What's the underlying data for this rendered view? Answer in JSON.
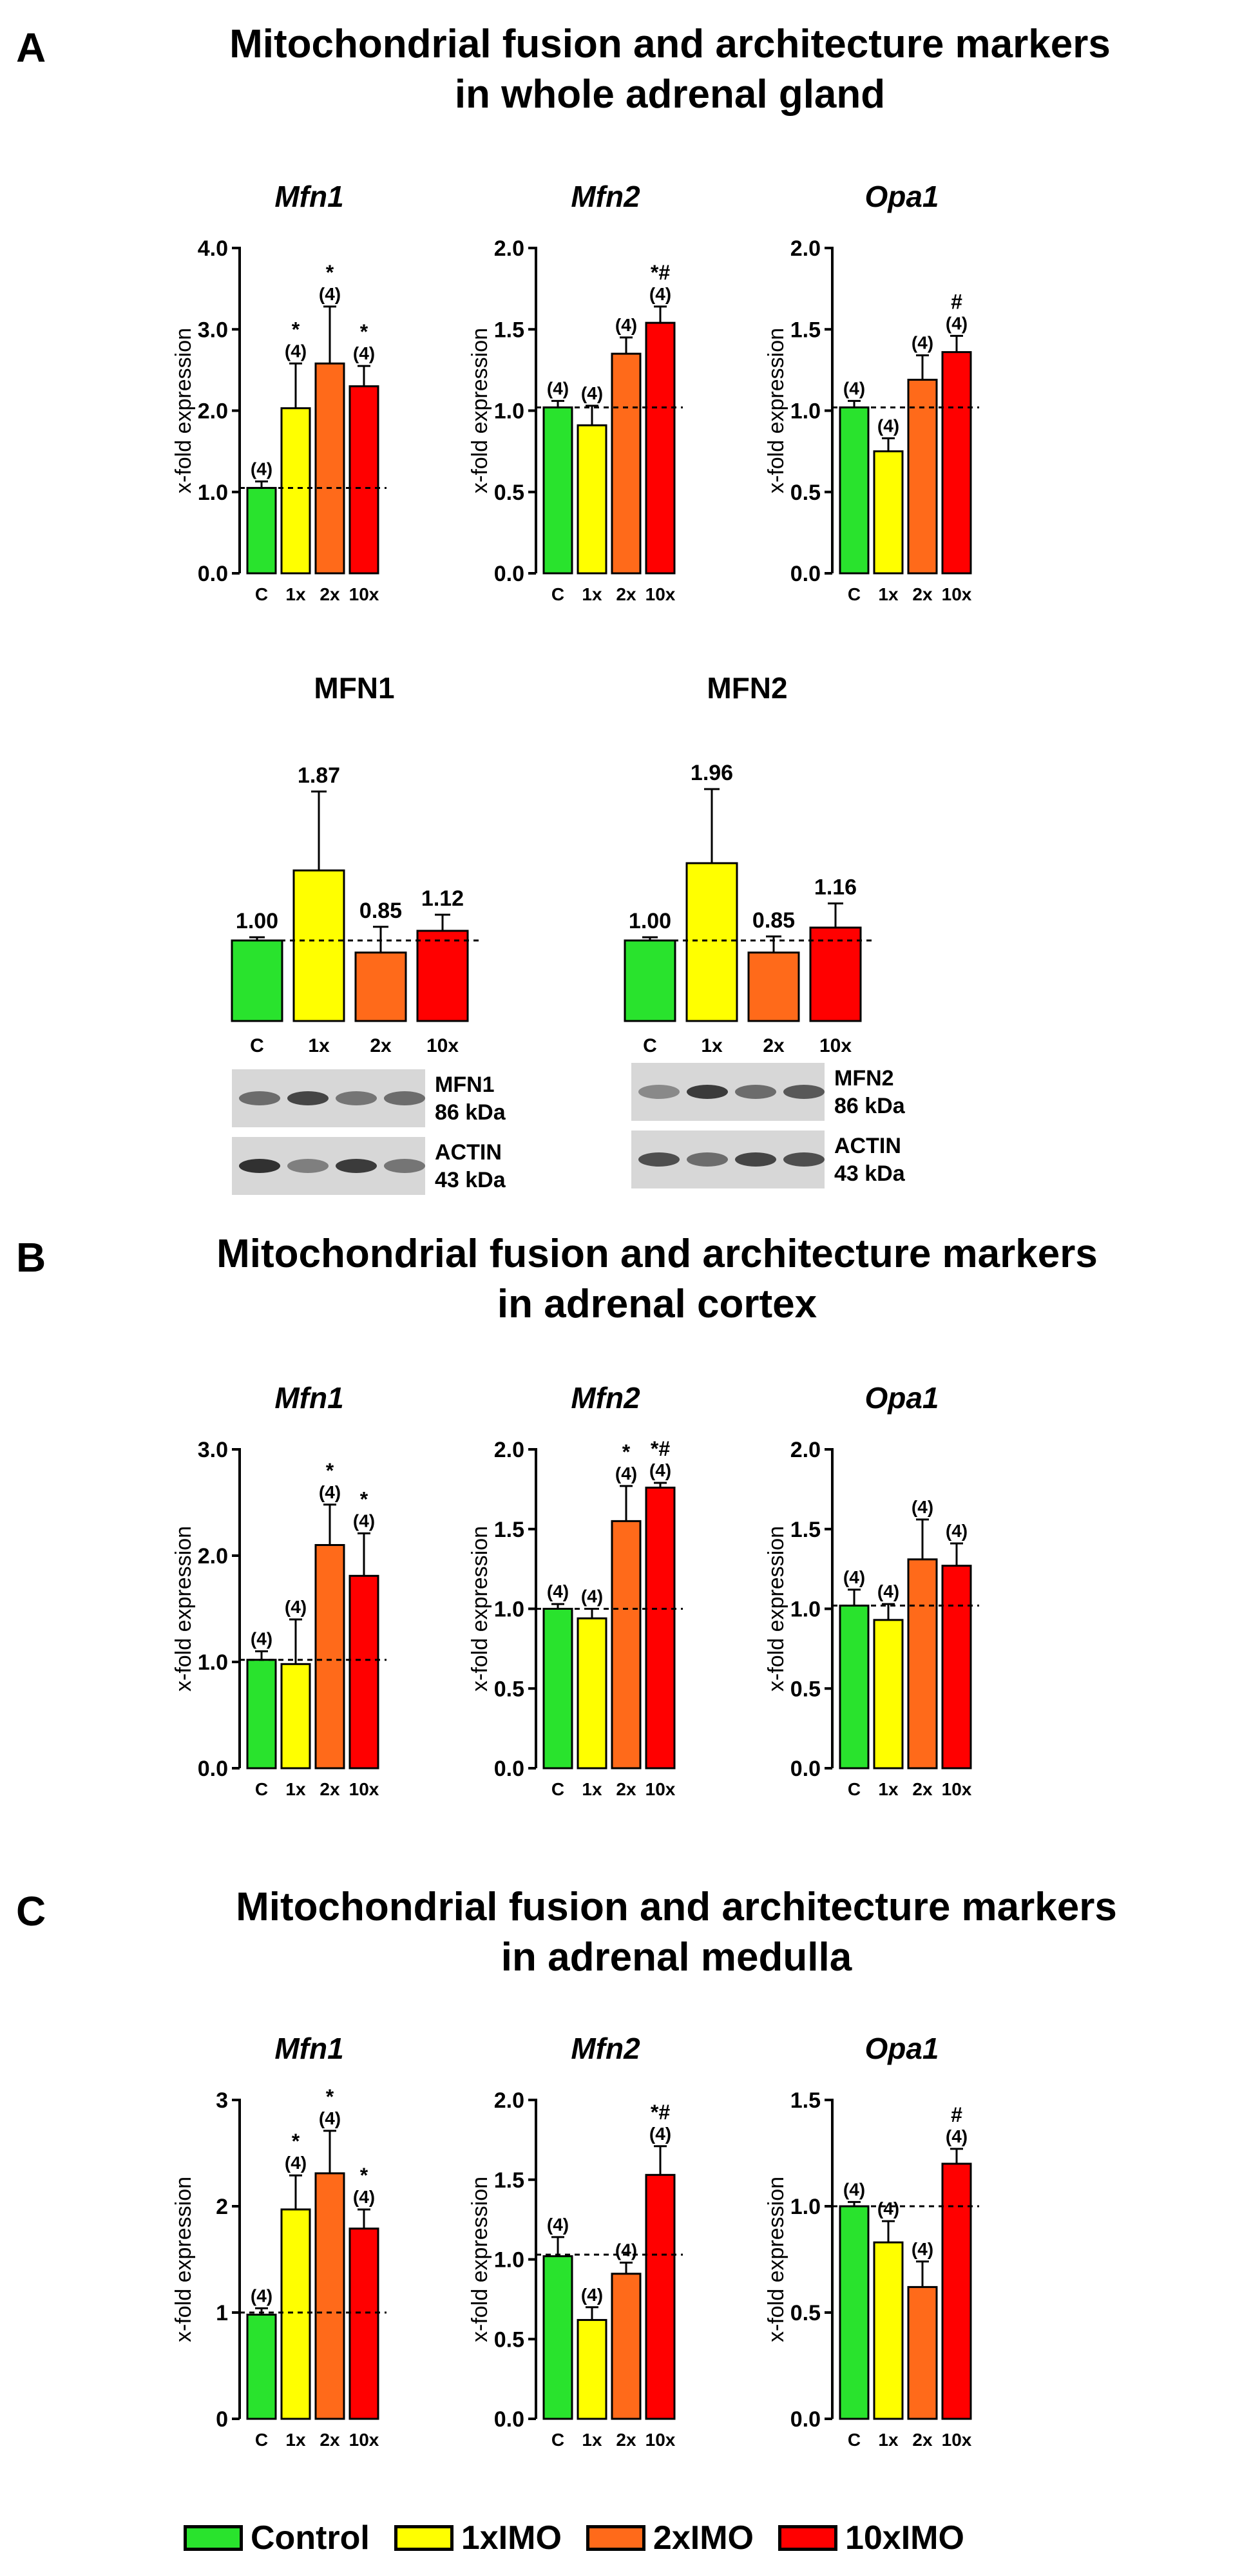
{
  "sections": [
    {
      "letter": "A",
      "title_line1": "Mitochondrial fusion and architecture markers",
      "title_line2": "in whole adrenal gland"
    },
    {
      "letter": "B",
      "title_line1": "Mitochondrial fusion and architecture markers",
      "title_line2": "in adrenal cortex"
    },
    {
      "letter": "C",
      "title_line1": "Mitochondrial fusion and architecture markers",
      "title_line2": "in adrenal medulla"
    }
  ],
  "colors": {
    "control": "#29e32d",
    "imo1": "#ffff00",
    "imo2": "#ff6a1a",
    "imo10": "#ff0000"
  },
  "legend": [
    {
      "label": "Control",
      "color": "#29e32d"
    },
    {
      "label": "1xIMO",
      "color": "#ffff00"
    },
    {
      "label": "2xIMO",
      "color": "#ff6a1a"
    },
    {
      "label": "10xIMO",
      "color": "#ff0000"
    }
  ],
  "blots": [
    {
      "band1_label": "MFN1",
      "band1_kda": "86 kDa",
      "band2_label": "ACTIN",
      "band2_kda": "43 kDa"
    },
    {
      "band1_label": "MFN2",
      "band1_kda": "86 kDa",
      "band2_label": "ACTIN",
      "band2_kda": "43 kDa"
    }
  ],
  "chart_data": [
    {
      "id": "A-Mfn1",
      "type": "bar",
      "title": "Mfn1",
      "title_italic": true,
      "ylabel": "x-fold expression",
      "categories": [
        "C",
        "1x",
        "2x",
        "10x"
      ],
      "values": [
        1.05,
        2.03,
        2.58,
        2.3
      ],
      "errors": [
        0.08,
        0.55,
        0.7,
        0.25
      ],
      "n_labels": [
        "(4)",
        "(4)",
        "(4)",
        "(4)"
      ],
      "sig": [
        "",
        "*",
        "*",
        "*"
      ],
      "ylim": [
        0,
        4
      ],
      "yticks": [
        0,
        1,
        2,
        3,
        4
      ],
      "ytick_labels": [
        "0.0",
        "1.0",
        "2.0",
        "3.0",
        "4.0"
      ],
      "dashed_ref": 1.05
    },
    {
      "id": "A-Mfn2",
      "type": "bar",
      "title": "Mfn2",
      "title_italic": true,
      "ylabel": "x-fold expression",
      "categories": [
        "C",
        "1x",
        "2x",
        "10x"
      ],
      "values": [
        1.02,
        0.91,
        1.35,
        1.54
      ],
      "errors": [
        0.04,
        0.12,
        0.1,
        0.1
      ],
      "n_labels": [
        "(4)",
        "(4)",
        "(4)",
        "(4)"
      ],
      "sig": [
        "",
        "",
        "",
        "*#"
      ],
      "ylim": [
        0,
        2
      ],
      "yticks": [
        0,
        0.5,
        1,
        1.5,
        2
      ],
      "ytick_labels": [
        "0.0",
        "0.5",
        "1.0",
        "1.5",
        "2.0"
      ],
      "dashed_ref": 1.02
    },
    {
      "id": "A-Opa1",
      "type": "bar",
      "title": "Opa1",
      "title_italic": true,
      "ylabel": "x-fold expression",
      "categories": [
        "C",
        "1x",
        "2x",
        "10x"
      ],
      "values": [
        1.02,
        0.75,
        1.19,
        1.36
      ],
      "errors": [
        0.04,
        0.08,
        0.15,
        0.1
      ],
      "n_labels": [
        "(4)",
        "(4)",
        "(4)",
        "(4)"
      ],
      "sig": [
        "",
        "",
        "",
        "#"
      ],
      "ylim": [
        0,
        2
      ],
      "yticks": [
        0,
        0.5,
        1,
        1.5,
        2
      ],
      "ytick_labels": [
        "0.0",
        "0.5",
        "1.0",
        "1.5",
        "2.0"
      ],
      "dashed_ref": 1.02
    },
    {
      "id": "A-MFN1-protein",
      "type": "bar",
      "title": "MFN1",
      "title_italic": false,
      "ylabel": "",
      "categories": [
        "C",
        "1x",
        "2x",
        "10x"
      ],
      "values": [
        1.0,
        1.87,
        0.85,
        1.12
      ],
      "errors": [
        0.04,
        0.98,
        0.32,
        0.2
      ],
      "value_labels": [
        "1.00",
        "1.87",
        "0.85",
        "1.12"
      ],
      "ylim": [
        0,
        3
      ],
      "dashed_ref": 1.0
    },
    {
      "id": "A-MFN2-protein",
      "type": "bar",
      "title": "MFN2",
      "title_italic": false,
      "ylabel": "",
      "categories": [
        "C",
        "1x",
        "2x",
        "10x"
      ],
      "values": [
        1.0,
        1.96,
        0.85,
        1.16
      ],
      "errors": [
        0.04,
        0.92,
        0.2,
        0.3
      ],
      "value_labels": [
        "1.00",
        "1.96",
        "0.85",
        "1.16"
      ],
      "ylim": [
        0,
        3
      ],
      "dashed_ref": 1.0
    },
    {
      "id": "B-Mfn1",
      "type": "bar",
      "title": "Mfn1",
      "title_italic": true,
      "ylabel": "x-fold expression",
      "categories": [
        "C",
        "1x",
        "2x",
        "10x"
      ],
      "values": [
        1.02,
        0.98,
        2.1,
        1.81
      ],
      "errors": [
        0.08,
        0.42,
        0.38,
        0.4
      ],
      "n_labels": [
        "(4)",
        "(4)",
        "(4)",
        "(4)"
      ],
      "sig": [
        "",
        "",
        "*",
        "*"
      ],
      "ylim": [
        0,
        3
      ],
      "yticks": [
        0,
        1,
        2,
        3
      ],
      "ytick_labels": [
        "0.0",
        "1.0",
        "2.0",
        "3.0"
      ],
      "dashed_ref": 1.02
    },
    {
      "id": "B-Mfn2",
      "type": "bar",
      "title": "Mfn2",
      "title_italic": true,
      "ylabel": "x-fold expression",
      "categories": [
        "C",
        "1x",
        "2x",
        "10x"
      ],
      "values": [
        1.0,
        0.94,
        1.55,
        1.76
      ],
      "errors": [
        0.03,
        0.06,
        0.22,
        0.03
      ],
      "n_labels": [
        "(4)",
        "(4)",
        "(4)",
        "(4)"
      ],
      "sig": [
        "",
        "",
        "*",
        "*#"
      ],
      "ylim": [
        0,
        2
      ],
      "yticks": [
        0,
        0.5,
        1,
        1.5,
        2
      ],
      "ytick_labels": [
        "0.0",
        "0.5",
        "1.0",
        "1.5",
        "2.0"
      ],
      "dashed_ref": 1.0
    },
    {
      "id": "B-Opa1",
      "type": "bar",
      "title": "Opa1",
      "title_italic": true,
      "ylabel": "x-fold expression",
      "categories": [
        "C",
        "1x",
        "2x",
        "10x"
      ],
      "values": [
        1.02,
        0.93,
        1.31,
        1.27
      ],
      "errors": [
        0.1,
        0.1,
        0.25,
        0.14
      ],
      "n_labels": [
        "(4)",
        "(4)",
        "(4)",
        "(4)"
      ],
      "sig": [
        "",
        "",
        "",
        ""
      ],
      "ylim": [
        0,
        2
      ],
      "yticks": [
        0,
        0.5,
        1,
        1.5,
        2
      ],
      "ytick_labels": [
        "0.0",
        "0.5",
        "1.0",
        "1.5",
        "2.0"
      ],
      "dashed_ref": 1.02
    },
    {
      "id": "C-Mfn1",
      "type": "bar",
      "title": "Mfn1",
      "title_italic": true,
      "ylabel": "x-fold expression",
      "categories": [
        "C",
        "1x",
        "2x",
        "10x"
      ],
      "values": [
        0.98,
        1.97,
        2.31,
        1.79
      ],
      "errors": [
        0.06,
        0.32,
        0.4,
        0.18
      ],
      "n_labels": [
        "(4)",
        "(4)",
        "(4)",
        "(4)"
      ],
      "sig": [
        "",
        "*",
        "*",
        "*"
      ],
      "ylim": [
        0,
        3
      ],
      "yticks": [
        0,
        1,
        2,
        3
      ],
      "ytick_labels": [
        "0",
        "1",
        "2",
        "3"
      ],
      "dashed_ref": 1.0
    },
    {
      "id": "C-Mfn2",
      "type": "bar",
      "title": "Mfn2",
      "title_italic": true,
      "ylabel": "x-fold expression",
      "categories": [
        "C",
        "1x",
        "2x",
        "10x"
      ],
      "values": [
        1.02,
        0.62,
        0.91,
        1.53
      ],
      "errors": [
        0.12,
        0.08,
        0.07,
        0.18
      ],
      "n_labels": [
        "(4)",
        "(4)",
        "(4)",
        "(4)"
      ],
      "sig": [
        "",
        "",
        "",
        "*#"
      ],
      "ylim": [
        0,
        2
      ],
      "yticks": [
        0,
        0.5,
        1,
        1.5,
        2
      ],
      "ytick_labels": [
        "0.0",
        "0.5",
        "1.0",
        "1.5",
        "2.0"
      ],
      "dashed_ref": 1.03
    },
    {
      "id": "C-Opa1",
      "type": "bar",
      "title": "Opa1",
      "title_italic": true,
      "ylabel": "x-fold expression",
      "categories": [
        "C",
        "1x",
        "2x",
        "10x"
      ],
      "values": [
        1.0,
        0.83,
        0.62,
        1.2
      ],
      "errors": [
        0.02,
        0.1,
        0.12,
        0.07
      ],
      "n_labels": [
        "(4)",
        "(4)",
        "(4)",
        "(4)"
      ],
      "sig": [
        "",
        "",
        "",
        "#"
      ],
      "ylim": [
        0,
        1.5
      ],
      "yticks": [
        0,
        0.5,
        1,
        1.5
      ],
      "ytick_labels": [
        "0.0",
        "0.5",
        "1.0",
        "1.5"
      ],
      "dashed_ref": 1.0
    }
  ]
}
